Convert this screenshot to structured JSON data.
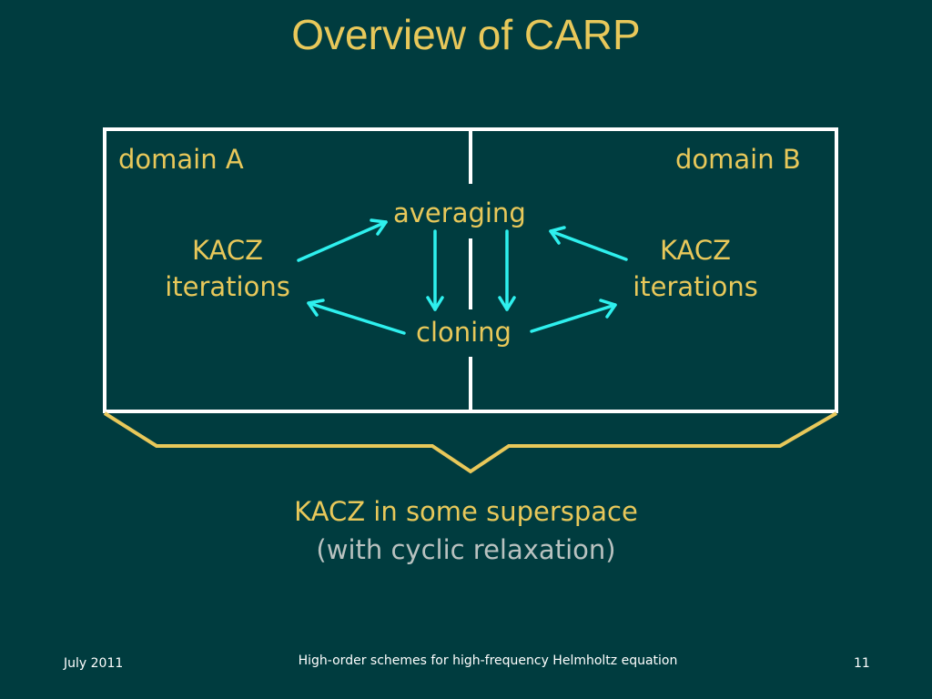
{
  "slide": {
    "title": "Overview of CARP",
    "labels": {
      "domain_a": "domain A",
      "domain_b": "domain B",
      "averaging": "averaging",
      "cloning": "cloning",
      "kacz_left_line1": "KACZ",
      "kacz_left_line2": "iterations",
      "kacz_right_line1": "KACZ",
      "kacz_right_line2": "iterations"
    },
    "caption_line1": "KACZ in some superspace",
    "caption_line2": "(with cyclic relaxation)"
  },
  "footer": {
    "date": "July 2011",
    "subtitle": "High-order schemes for high-frequency Helmholtz equation",
    "page_number": "11"
  },
  "colors": {
    "background": "#003c3f",
    "accent_text": "#e8c85a",
    "arrow": "#2ef0ee",
    "box_line": "#ffffff",
    "brace": "#e8c85a",
    "caption_secondary": "#b9c2c0"
  }
}
